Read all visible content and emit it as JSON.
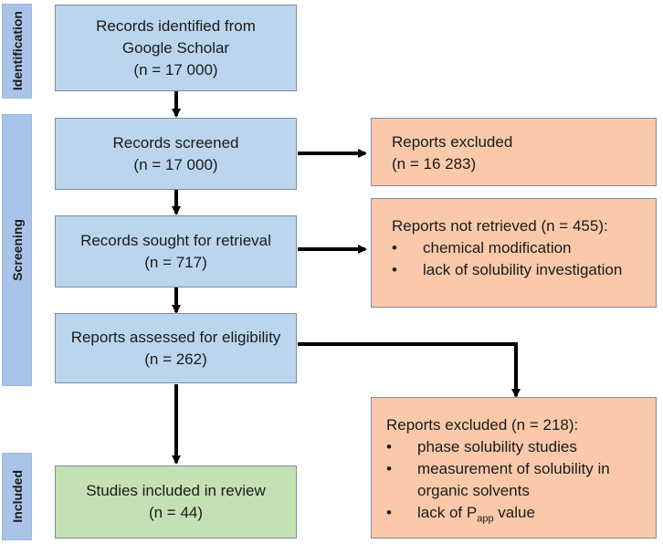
{
  "sections": {
    "identification": "Identification",
    "screening": "Screening",
    "included": "Included"
  },
  "boxes": {
    "identified": {
      "line1": "Records identified from",
      "line2": "Google Scholar",
      "count": "(n = 17 000)"
    },
    "screened": {
      "line1": "Records screened",
      "count": "(n = 17 000)"
    },
    "excluded1": {
      "title": "Reports excluded",
      "count": "(n = 16 283)"
    },
    "sought": {
      "line1": "Records sought for retrieval",
      "count": "(n = 717)"
    },
    "not_retrieved": {
      "title": "Reports not retrieved (n = 455):",
      "items": [
        "chemical modification",
        "lack of solubility investigation"
      ]
    },
    "assessed": {
      "line1": "Reports assessed for eligibility",
      "count": "(n = 262)"
    },
    "excluded2": {
      "title": "Reports excluded (n = 218):",
      "items": [
        "phase solubility studies",
        "measurement of solubility in",
        "organic solvents",
        "lack of P",
        "app",
        " value"
      ]
    },
    "included": {
      "line1": "Studies included in review",
      "count": "(n = 44)"
    }
  },
  "bullet": "•",
  "colors": {
    "blue": "#bcd5ee",
    "orange": "#f9c9a9",
    "green": "#c5e0b3",
    "sidebar": "#a9c4e8"
  }
}
